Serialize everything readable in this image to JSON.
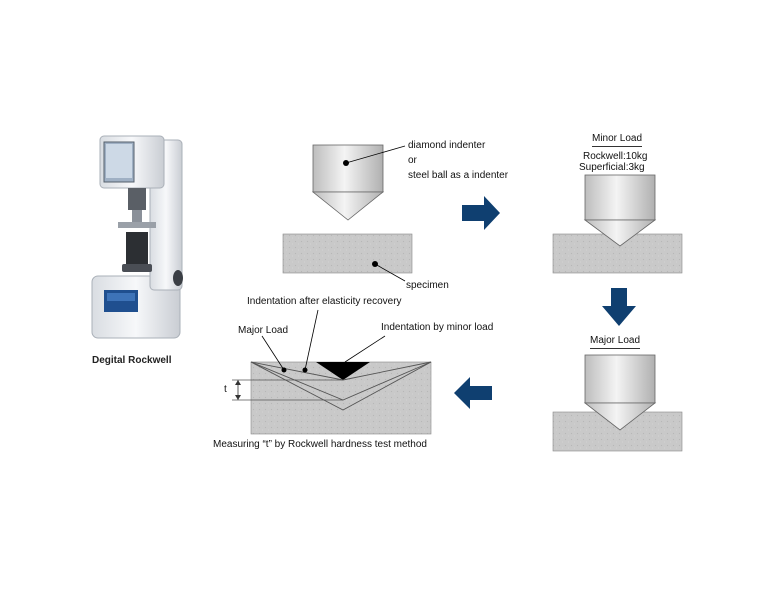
{
  "machine": {
    "caption": "Degital Rockwell",
    "image": "rockwell-hardness-tester"
  },
  "step1": {
    "indenter_label_1": "diamond indenter",
    "indenter_label_2": "or",
    "indenter_label_3": "steel ball as a indenter",
    "specimen_label": "specimen"
  },
  "step2": {
    "title": "Minor Load",
    "line_1": "Rockwell:10kg",
    "line_2": "Superficial:3kg"
  },
  "step3": {
    "title": "Major Load"
  },
  "step4": {
    "recovery_label": "Indentation after elasticity recovery",
    "major_label": "Major Load",
    "minor_label": "Indentation by minor load",
    "depth_symbol": "t",
    "caption": "Measuring “t” by Rockwell hardness test method"
  },
  "colors": {
    "arrow": "#0f3f70",
    "specimen": "#c9c9c9",
    "indenter_light": "#f2f2f2",
    "indenter_dark": "#bdbdbd"
  }
}
